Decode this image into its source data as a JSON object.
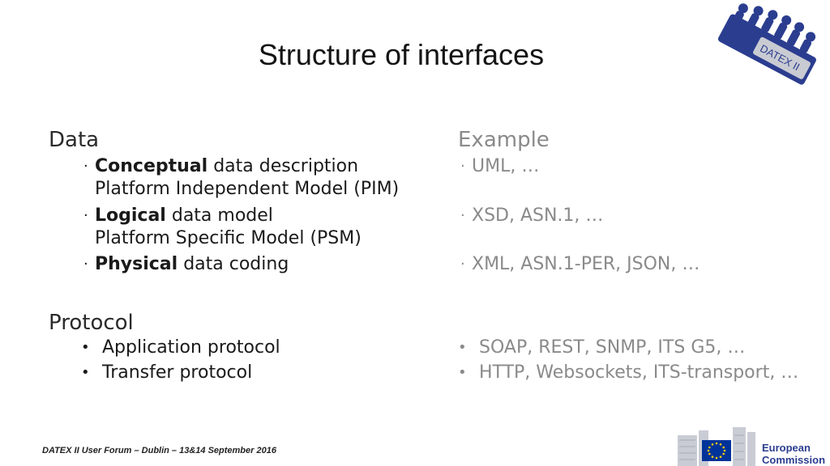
{
  "title": "Structure of interfaces",
  "logo_text": "DATEX II",
  "data_section": {
    "heading": "Data",
    "items": [
      {
        "bold": "Conceptual",
        "rest": " data description",
        "line2": "Platform Independent Model (PIM)"
      },
      {
        "bold": "Logical",
        "rest": " data model",
        "line2": "Platform Specific Model (PSM)"
      },
      {
        "bold": "Physical",
        "rest": " data coding",
        "line2": ""
      }
    ]
  },
  "example_section": {
    "heading": "Example",
    "items": [
      "UML, …",
      "XSD, ASN.1, …",
      "XML, ASN.1-PER, JSON, …"
    ]
  },
  "protocol_section": {
    "heading": "Protocol",
    "items": [
      "Application protocol",
      "Transfer protocol"
    ],
    "examples": [
      "SOAP, REST, SNMP, ITS G5, …",
      "HTTP, Websockets, ITS-transport, …"
    ]
  },
  "footer": "DATEX II User Forum – Dublin – 13&14 September 2016",
  "ec_logo": {
    "line1": "European",
    "line2": "Commission"
  },
  "colors": {
    "logo_blue": "#2b3d8f",
    "example_grey": "#8a8a8a",
    "eu_blue": "#003399",
    "eu_gold": "#ffcc00"
  }
}
